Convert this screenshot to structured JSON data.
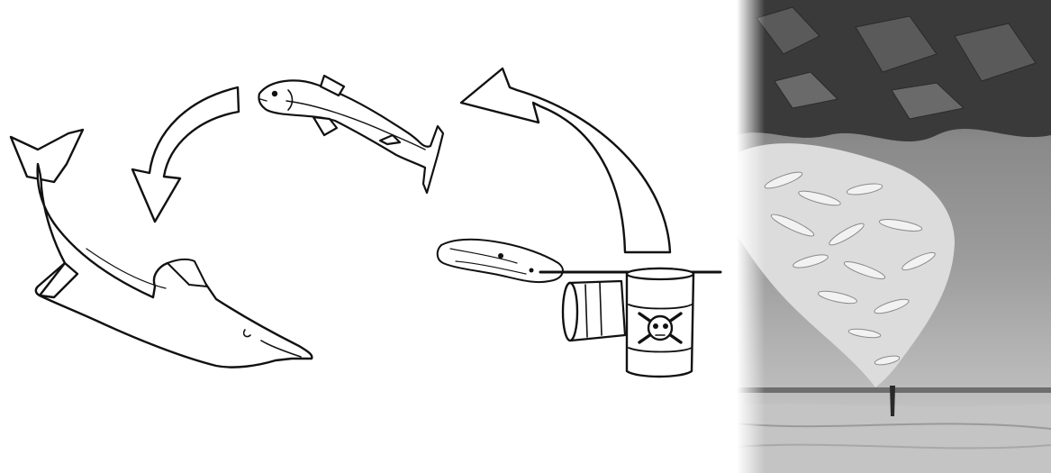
{
  "diagram": {
    "flow": [
      "toxic-barrels",
      "fish",
      "dolphin"
    ],
    "nodes": [
      {
        "id": "toxic-barrels",
        "icon": "toxic-waste-barrel-icon",
        "symbol": "skull-and-crossbones"
      },
      {
        "id": "fish",
        "icon": "fish-icon"
      },
      {
        "id": "dolphin",
        "icon": "dolphin-icon"
      }
    ],
    "arrows": [
      {
        "from": "toxic-barrels",
        "to": "fish",
        "style": "outlined"
      },
      {
        "from": "fish",
        "to": "dolphin",
        "style": "outlined"
      }
    ],
    "photo": {
      "subject": "dead-fish-on-shore",
      "tone": "grayscale",
      "orientation": "upside-down"
    }
  },
  "colors": {
    "line": "#111111",
    "fill": "#ffffff",
    "photo_dark": "#2e2e2e",
    "photo_light": "#e6e6e6"
  }
}
